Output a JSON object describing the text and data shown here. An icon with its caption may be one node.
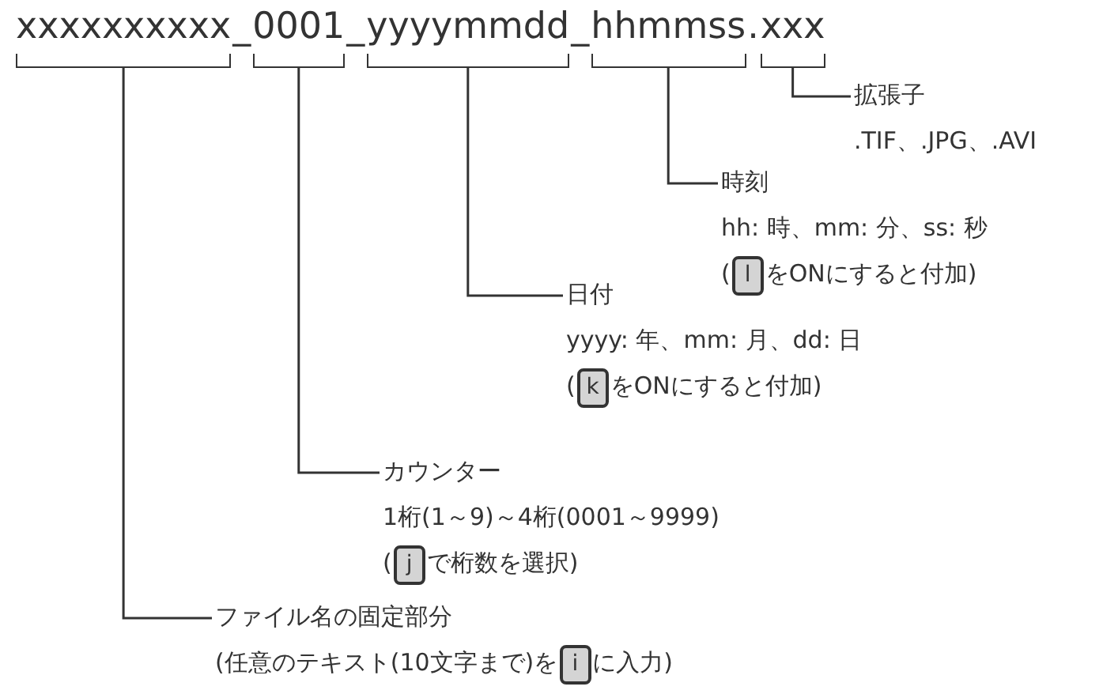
{
  "diagram": {
    "nodes": [
      {
        "text": [
          "xxxxxxxxxx"
        ]
      },
      {
        "text": [
          "0001"
        ]
      },
      {
        "text": [
          "yyyymmdd"
        ]
      },
      {
        "text": [
          "hhmmss"
        ]
      },
      {
        "text": [
          "xxx"
        ]
      },
      {
        "text": [
          "拡張子",
          ".TIF、.JPG、.AVI"
        ]
      },
      {
        "text": [
          "時刻",
          "hh: 時、mm: 分、ss: 秒",
          "(",
          "をONにすると付加)"
        ]
      },
      {
        "text": [
          "l"
        ],
        "in": 6
      },
      {
        "text": [
          "日付",
          "yyyy: 年、mm: 月、dd: 日",
          "(",
          "をONにすると付加)"
        ]
      },
      {
        "text": [
          "k"
        ],
        "in": 8
      },
      {
        "text": [
          "カウンター",
          "1桁(1～9)～4桁(0001～9999)",
          "(",
          "で桁数を選択)"
        ]
      },
      {
        "text": [
          "j"
        ],
        "in": 10
      },
      {
        "text": [
          "ファイル名の固定部分",
          "(任意のテキスト(10文字まで)を",
          "に入力)"
        ]
      },
      {
        "text": [
          "i"
        ],
        "in": 12
      }
    ],
    "edges": [
      {
        "from": 4,
        "to": 5,
        "arrow": "none"
      },
      {
        "from": 3,
        "to": 6,
        "arrow": "none"
      },
      {
        "from": 2,
        "to": 8,
        "arrow": "none"
      },
      {
        "from": 1,
        "to": 10,
        "arrow": "none"
      },
      {
        "from": 0,
        "to": 12,
        "arrow": "none"
      }
    ],
    "labels": [
      "_",
      "_",
      "_",
      "."
    ]
  }
}
